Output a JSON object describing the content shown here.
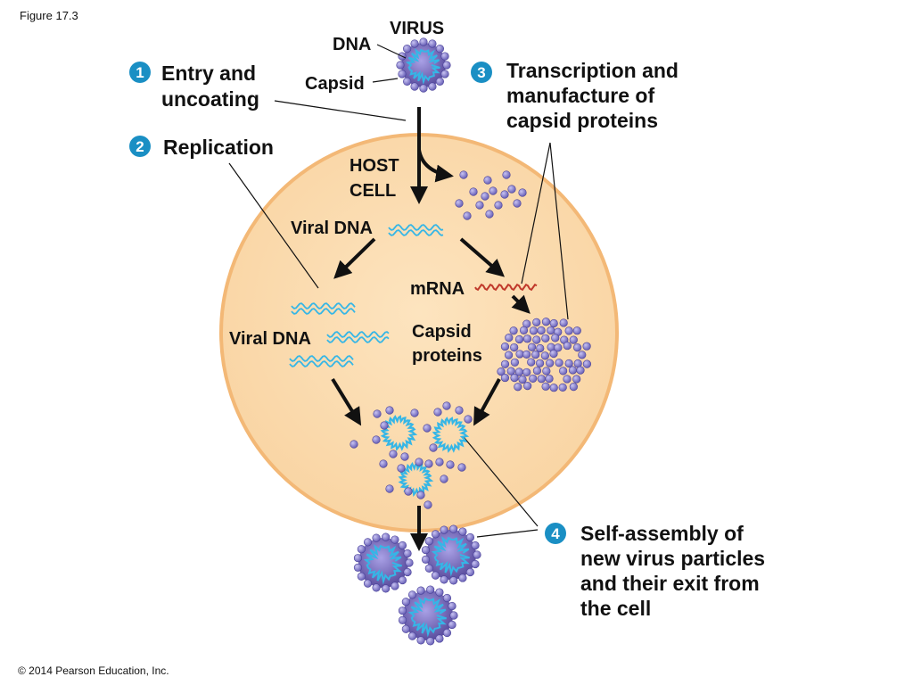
{
  "figure_label": "Figure 17.3",
  "copyright": "© 2014 Pearson Education, Inc.",
  "labels": {
    "virus": "VIRUS",
    "dna": "DNA",
    "capsid": "Capsid",
    "host_cell_line1": "HOST",
    "host_cell_line2": "CELL",
    "viral_dna_top": "Viral DNA",
    "mrna": "mRNA",
    "viral_dna_left": "Viral DNA",
    "capsid_proteins_line1": "Capsid",
    "capsid_proteins_line2": "proteins"
  },
  "steps": [
    {
      "number": "1",
      "lines": [
        "Entry and",
        "uncoating"
      ]
    },
    {
      "number": "2",
      "lines": [
        "Replication"
      ]
    },
    {
      "number": "3",
      "lines": [
        "Transcription and",
        "manufacture of",
        "capsid proteins"
      ]
    },
    {
      "number": "4",
      "lines": [
        "Self-assembly of",
        "new virus particles",
        "and their exit from",
        "the cell"
      ]
    }
  ],
  "colors": {
    "host_cell_fill": "#fbd9a9",
    "host_cell_stroke": "#f3b876",
    "capsomere": "#7b74c7",
    "virus_core": "#6e5fb4",
    "dna": "#35b6e6",
    "mrna": "#c0392b",
    "step_badge": "#1a8fc4"
  }
}
